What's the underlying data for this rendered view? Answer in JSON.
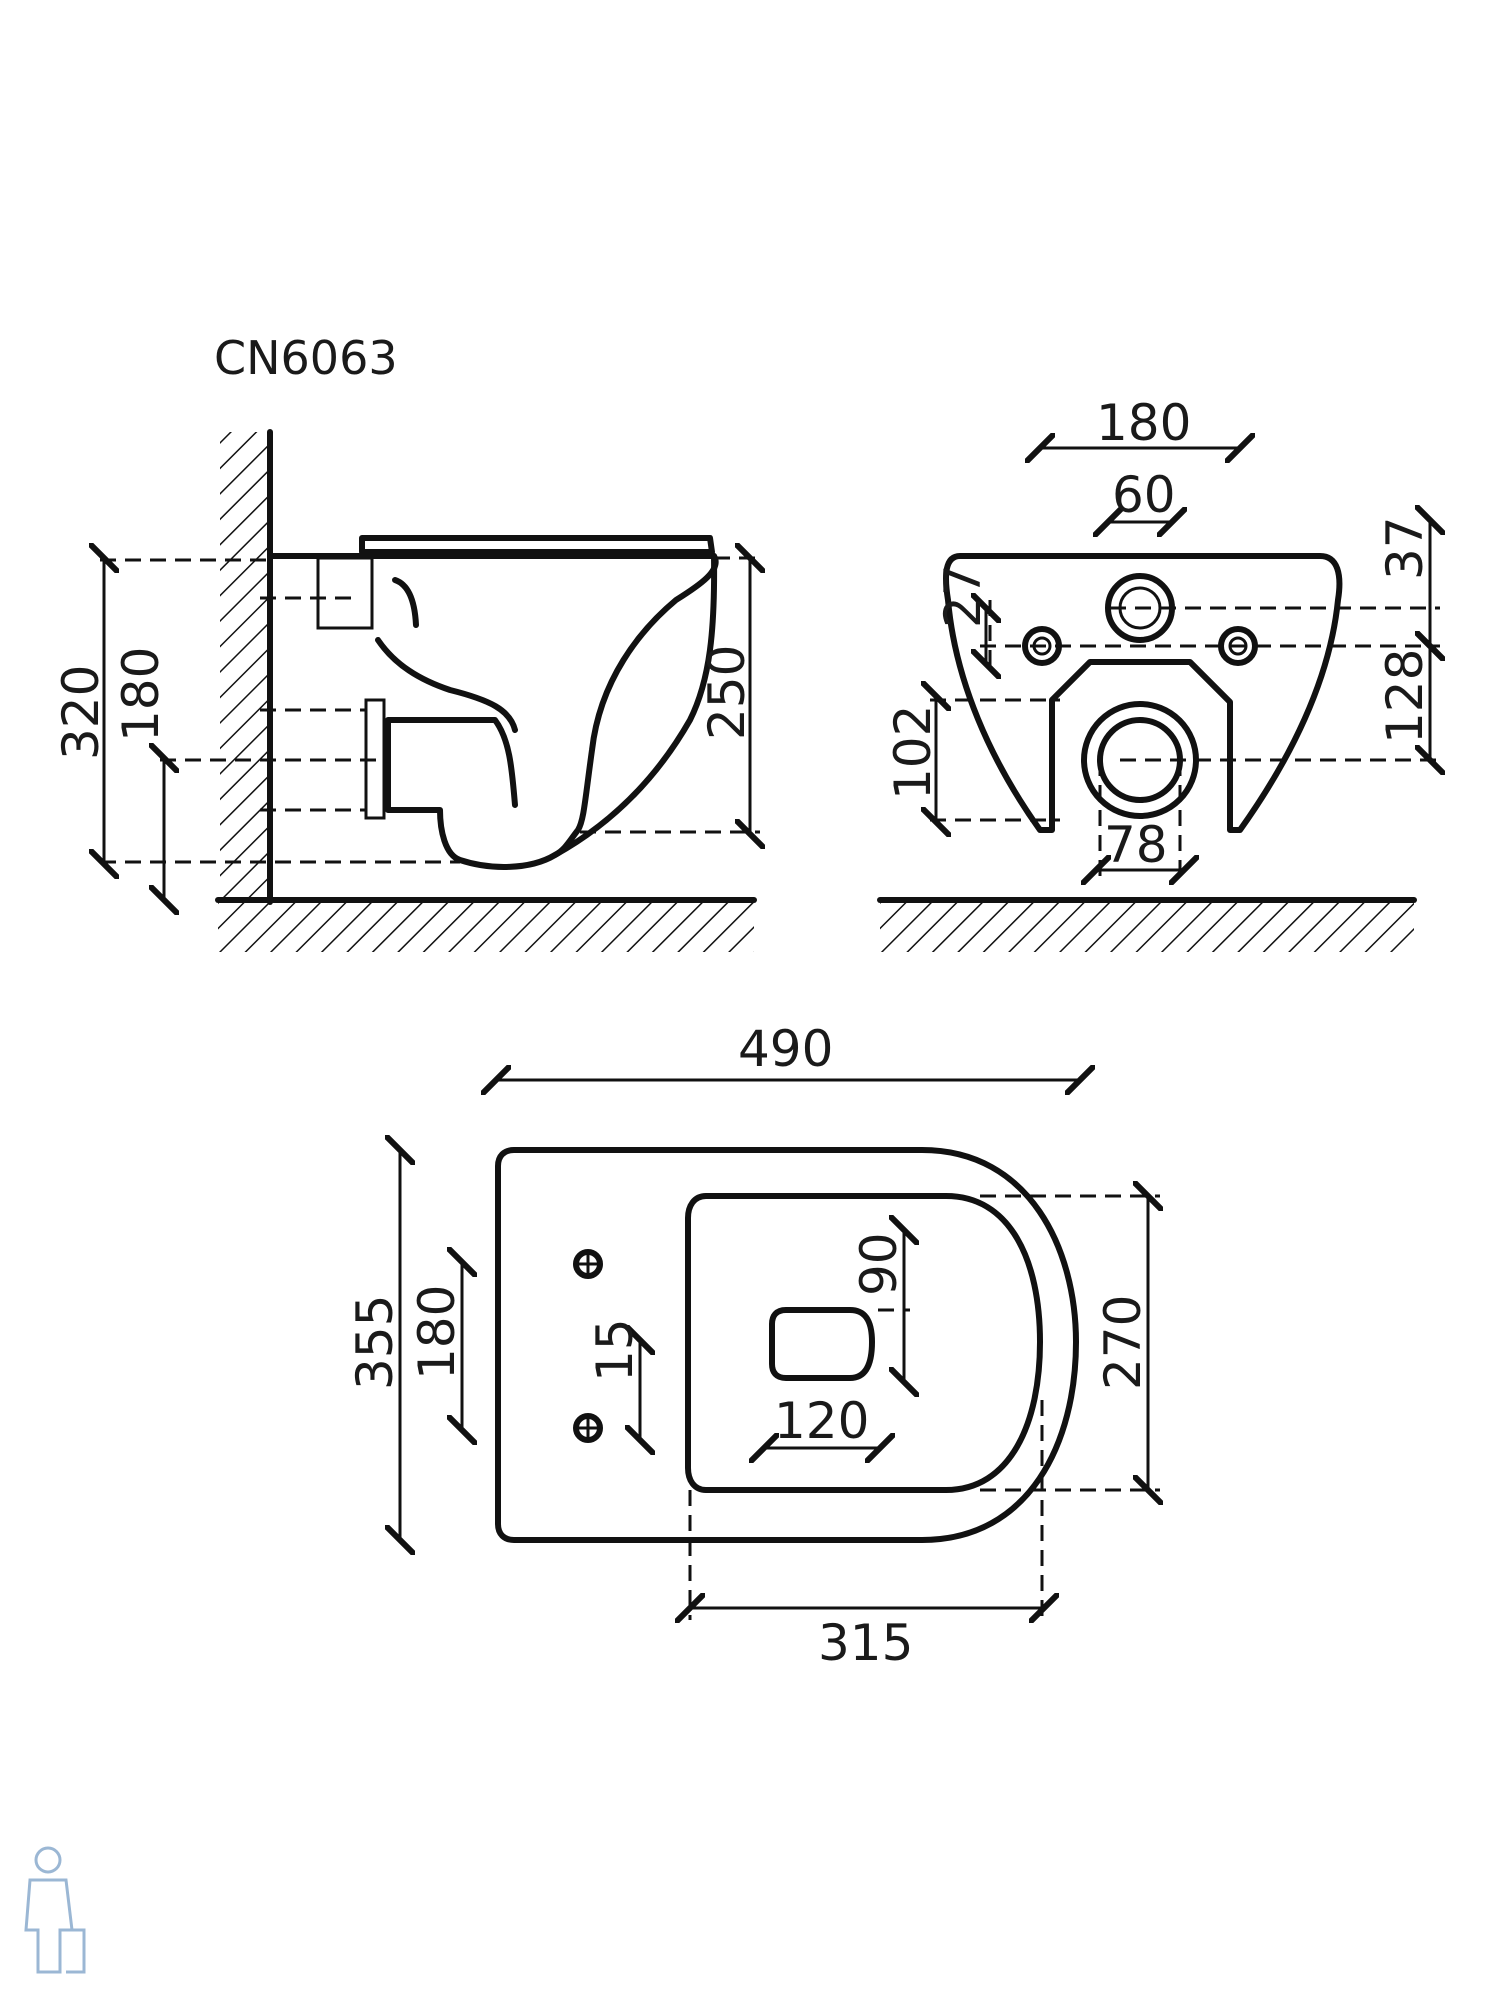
{
  "model": "CN6063",
  "side_view": {
    "dims": {
      "height_total": "320",
      "inlet_height": "180",
      "bowl_height": "250"
    }
  },
  "front_view": {
    "dims": {
      "bolt_spacing": "180",
      "inlet_diameter": "60",
      "top_offset": "37",
      "bolt_offset": "27",
      "outlet_height": "128",
      "outlet_from_bottom": "102",
      "outlet_diameter": "78"
    }
  },
  "top_view": {
    "dims": {
      "length": "490",
      "width": "355",
      "bolt_spacing": "180",
      "bolt_offset": "15",
      "inlet_offset": "90",
      "inlet_width": "120",
      "bowl_width": "270",
      "bowl_length": "315"
    }
  },
  "colors": {
    "line": "#111111",
    "watermark": "#9bb7d4"
  }
}
